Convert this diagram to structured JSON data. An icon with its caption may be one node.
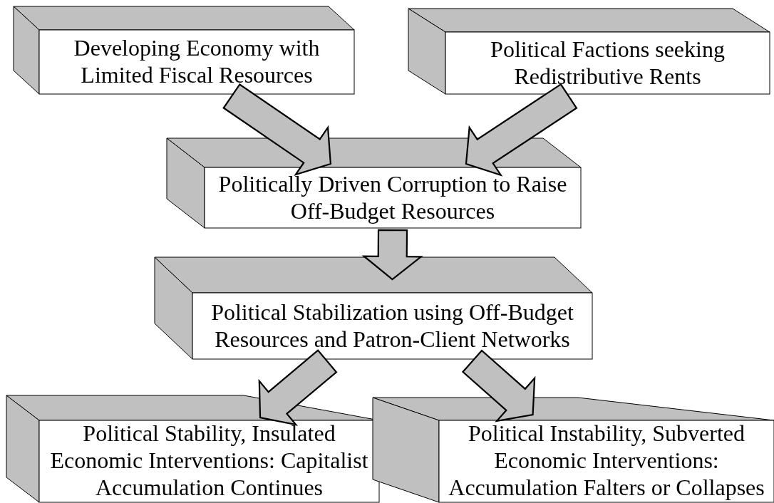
{
  "diagram": {
    "nodes": [
      {
        "text": [
          "Developing Economy with Limited Fiscal Resources"
        ]
      },
      {
        "text": [
          "Political Factions seeking Redistributive Rents"
        ]
      },
      {
        "text": [
          "Politically Driven Corruption to Raise Off-Budget Resources"
        ]
      },
      {
        "text": [
          "Political Stabilization using Off-Budget Resources and Patron-Client Networks"
        ]
      },
      {
        "text": [
          "Political Stability, Insulated Economic Interventions: Capitalist Accumulation Continues"
        ]
      },
      {
        "text": [
          "Political Instability, Subverted Economic Interventions: Accumulation Falters or Collapses"
        ]
      }
    ],
    "edges": [
      {
        "from": 0,
        "to": 2,
        "arrow": "to"
      },
      {
        "from": 1,
        "to": 2,
        "arrow": "to"
      },
      {
        "from": 2,
        "to": 3,
        "arrow": "to"
      },
      {
        "from": 3,
        "to": 4,
        "arrow": "to"
      },
      {
        "from": 3,
        "to": 5,
        "arrow": "to"
      }
    ]
  }
}
